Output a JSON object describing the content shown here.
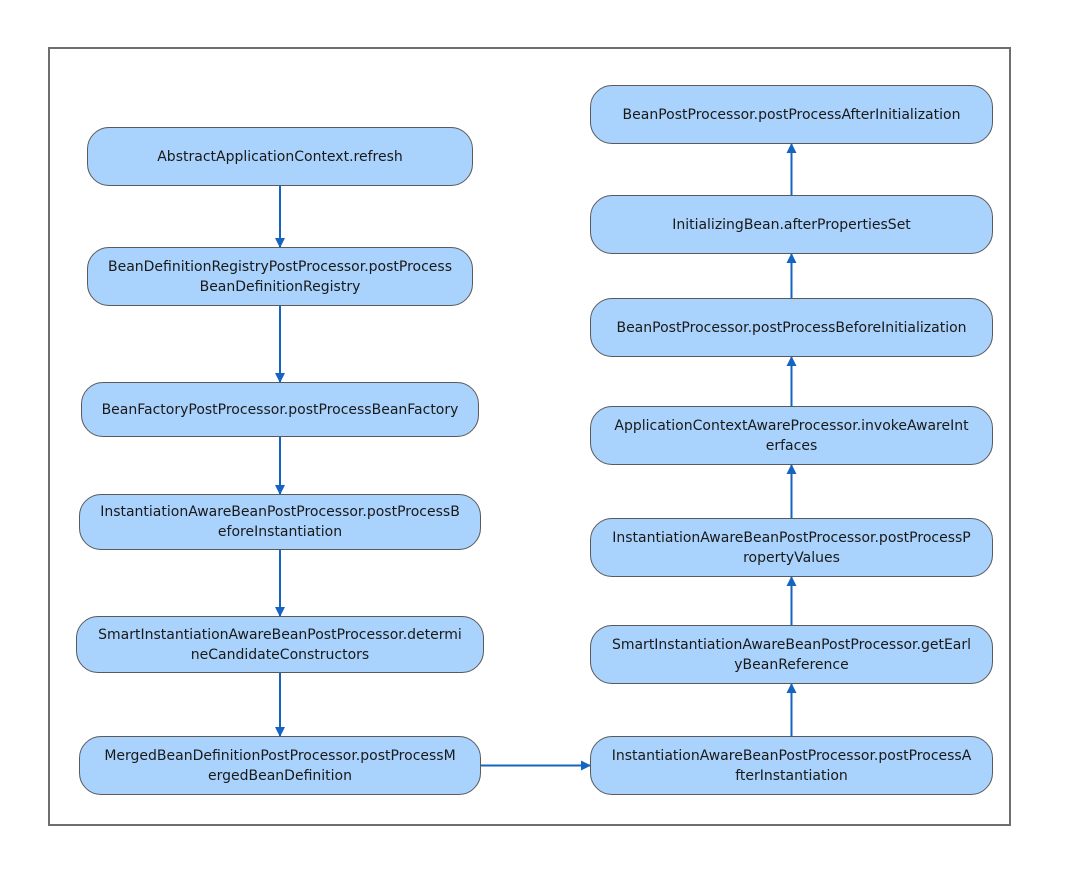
{
  "diagram": {
    "left_column": [
      {
        "id": "n1",
        "lines": [
          "AbstractApplicationContext.refresh"
        ]
      },
      {
        "id": "n2",
        "lines": [
          "BeanDefinitionRegistryPostProcessor.postProcess",
          "BeanDefinitionRegistry"
        ]
      },
      {
        "id": "n3",
        "lines": [
          "BeanFactoryPostProcessor.postProcessBeanFactory"
        ]
      },
      {
        "id": "n4",
        "lines": [
          "InstantiationAwareBeanPostProcessor.postProcessB",
          "eforeInstantiation"
        ]
      },
      {
        "id": "n5",
        "lines": [
          "SmartInstantiationAwareBeanPostProcessor.determi",
          "neCandidateConstructors"
        ]
      },
      {
        "id": "n6",
        "lines": [
          "MergedBeanDefinitionPostProcessor.postProcessM",
          "ergedBeanDefinition"
        ]
      }
    ],
    "right_column": [
      {
        "id": "n13",
        "lines": [
          "BeanPostProcessor.postProcessAfterInitialization"
        ]
      },
      {
        "id": "n12",
        "lines": [
          "InitializingBean.afterPropertiesSet"
        ]
      },
      {
        "id": "n11",
        "lines": [
          "BeanPostProcessor.postProcessBeforeInitialization"
        ]
      },
      {
        "id": "n10",
        "lines": [
          "ApplicationContextAwareProcessor.invokeAwareInt",
          "erfaces"
        ]
      },
      {
        "id": "n9",
        "lines": [
          "InstantiationAwareBeanPostProcessor.postProcessP",
          "ropertyValues"
        ]
      },
      {
        "id": "n8",
        "lines": [
          "SmartInstantiationAwareBeanPostProcessor.getEarl",
          "yBeanReference"
        ]
      },
      {
        "id": "n7",
        "lines": [
          "InstantiationAwareBeanPostProcessor.postProcessA",
          "fterInstantiation"
        ]
      }
    ],
    "edges": [
      [
        "n1",
        "n2"
      ],
      [
        "n2",
        "n3"
      ],
      [
        "n3",
        "n4"
      ],
      [
        "n4",
        "n5"
      ],
      [
        "n5",
        "n6"
      ],
      [
        "n6",
        "n7"
      ],
      [
        "n7",
        "n8"
      ],
      [
        "n8",
        "n9"
      ],
      [
        "n9",
        "n10"
      ],
      [
        "n10",
        "n11"
      ],
      [
        "n11",
        "n12"
      ],
      [
        "n12",
        "n13"
      ]
    ],
    "colors": {
      "node_fill": "#a9d2fd",
      "node_border": "#5a5a5a",
      "arrow": "#1565c0",
      "frame": "#6e6e6e"
    }
  }
}
